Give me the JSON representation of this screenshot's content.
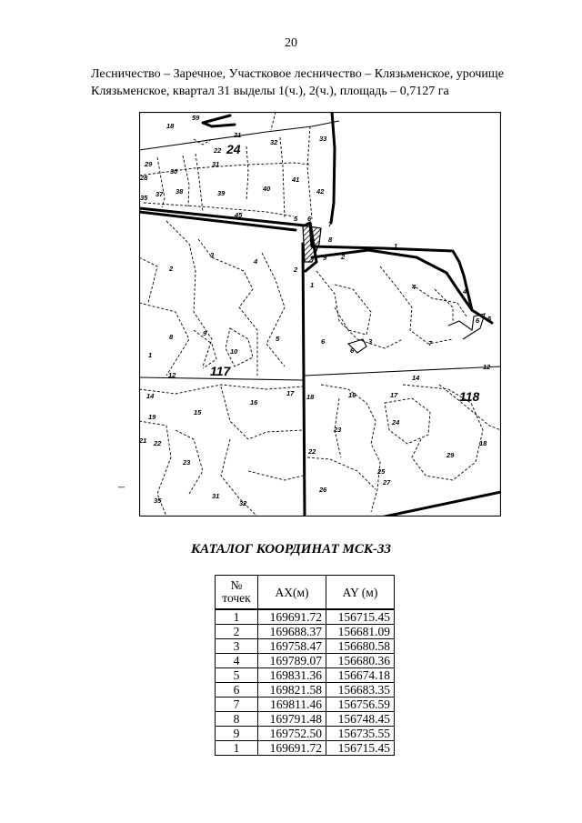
{
  "page_number": "20",
  "heading": {
    "line1": "Лесничество – Заречное, Участковое лесничество – Клязьменское, урочище",
    "line2": "Клязьменское, квартал 31 выделы 1(ч.), 2(ч.), площадь – 0,7127 га"
  },
  "map": {
    "quarter_labels": [
      "24",
      "117",
      "118"
    ],
    "plot_labels": [
      "18",
      "59",
      "21",
      "22",
      "32",
      "33",
      "31",
      "29",
      "30",
      "28",
      "35",
      "37",
      "38",
      "39",
      "40",
      "41",
      "42",
      "45",
      "5",
      "6",
      "7",
      "8",
      "1",
      "9",
      "2",
      "3",
      "4",
      "2",
      "1",
      "2",
      "4",
      "4",
      "6",
      "5",
      "8",
      "9",
      "10",
      "5",
      "6",
      "3",
      "6",
      "7",
      "1",
      "12",
      "14",
      "12",
      "14",
      "16",
      "17",
      "18",
      "16",
      "17",
      "19",
      "15",
      "24",
      "21",
      "22",
      "23",
      "23",
      "29",
      "18",
      "22",
      "25",
      "27",
      "26",
      "35",
      "31",
      "32"
    ]
  },
  "dash_mark": "–",
  "catalog": {
    "title": "КАТАЛОГ КООРДИНАТ МСК-33",
    "headers": {
      "num_line1": "№",
      "num_line2": "точек",
      "ax": "AX(м)",
      "ay": "AY (м)"
    },
    "rows": [
      [
        "1",
        "169691.72",
        "156715.45"
      ],
      [
        "2",
        "169688.37",
        "156681.09"
      ],
      [
        "3",
        "169758.47",
        "156680.58"
      ],
      [
        "4",
        "169789.07",
        "156680.36"
      ],
      [
        "5",
        "169831.36",
        "156674.18"
      ],
      [
        "6",
        "169821.58",
        "156683.35"
      ],
      [
        "7",
        "169811.46",
        "156756.59"
      ],
      [
        "8",
        "169791.48",
        "156748.45"
      ],
      [
        "9",
        "169752.50",
        "156735.55"
      ],
      [
        "1",
        "169691.72",
        "156715.45"
      ]
    ]
  }
}
